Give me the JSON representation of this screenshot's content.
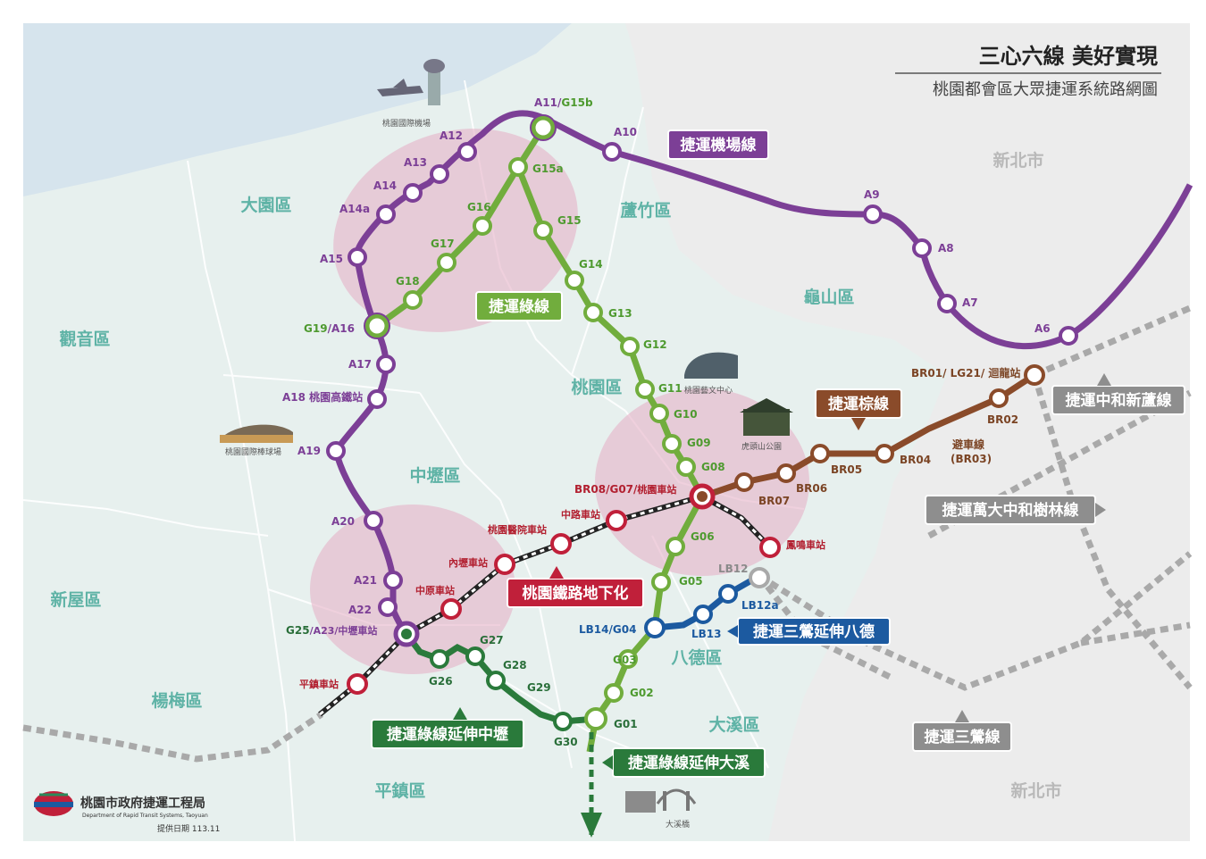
{
  "title": {
    "main": "三心六線 美好實現",
    "sub": "桃園都會區大眾捷運系統路網圖"
  },
  "colors": {
    "sea": "#d6e4ed",
    "land": "#e7f0ee",
    "outside": "#ececec",
    "purple": "#7c3f96",
    "green": "#71ad3d",
    "dark_green": "#2a7a3b",
    "brown": "#8a4b2a",
    "blue": "#1c5aa0",
    "red": "#c0203a",
    "grey": "#a9a9a9",
    "pink": "#e6b3c8"
  },
  "districts": {
    "dayuan": "大園區",
    "luzhu": "蘆竹區",
    "guanyin": "觀音區",
    "taoyuan": "桃園區",
    "guishan": "龜山區",
    "zhongli": "中壢區",
    "xinwu": "新屋區",
    "yangmei": "楊梅區",
    "bade": "八德區",
    "daxi": "大溪區",
    "pingzhen": "平鎮區",
    "newtaipei_1": "新北市",
    "newtaipei_2": "新北市"
  },
  "lines": {
    "airport": "捷運機場線",
    "green": "捷運綠線",
    "brown": "捷運棕線",
    "railway": "桃園鐵路地下化",
    "green_ext_zhongli": "捷運綠線延伸中壢",
    "green_ext_daxi": "捷運綠線延伸大溪",
    "sanying_ext": "捷運三鶯延伸八德",
    "zhonghe": "捷運中和新蘆線",
    "wanda": "捷運萬大中和樹林線",
    "sanying": "捷運三鶯線"
  },
  "stations": {
    "a6": "A6",
    "a7": "A7",
    "a8": "A8",
    "a9": "A9",
    "a10": "A10",
    "a11": "A11",
    "a11_sep": "/",
    "g15b": "G15b",
    "a12": "A12",
    "a13": "A13",
    "a14": "A14",
    "a14a": "A14a",
    "a15": "A15",
    "g19": "G19",
    "g19_a16": "/A16",
    "a17": "A17",
    "a18": "A18 桃園高鐵站",
    "a19": "A19",
    "a20": "A20",
    "a21": "A21",
    "a22": "A22",
    "g25": "G25",
    "g25_rest": "/A23/中壢車站",
    "g15a": "G15a",
    "g15": "G15",
    "g16": "G16",
    "g17": "G17",
    "g18": "G18",
    "g14": "G14",
    "g13": "G13",
    "g12": "G12",
    "g11": "G11",
    "g10": "G10",
    "g09": "G09",
    "g08": "G08",
    "br08": "BR08/G07/",
    "br08_rest": "桃園車站",
    "g06": "G06",
    "g05": "G05",
    "lb14": "LB14/G04",
    "g03": "G03",
    "g02": "G02",
    "g01": "G01",
    "g26": "G26",
    "g27": "G27",
    "g28": "G28",
    "g29": "G29",
    "g30": "G30",
    "br07": "BR07",
    "br06": "BR06",
    "br05": "BR05",
    "br04": "BR04",
    "br03": "避車線",
    "br03b": "(BR03)",
    "br02": "BR02",
    "br01": "BR01/ LG21/ 迴龍站",
    "lb12": "LB12",
    "lb12a": "LB12a",
    "lb13": "LB13",
    "rs_zhonglu": "中路車站",
    "rs_hospital": "桃園醫院車站",
    "rs_neili": "內壢車站",
    "rs_zhongyuan": "中原車站",
    "rs_pingzhen": "平鎮車站",
    "rs_fengming": "鳳鳴車站"
  },
  "landmarks": {
    "airport": "桃園國際機場",
    "arts": "桃園藝文中心",
    "hutou": "虎頭山公園",
    "stadium": "桃園國際棒球場",
    "daxi": "大溪橋"
  },
  "credit": {
    "org": "桃園市政府捷運工程局",
    "org_en": "Department of Rapid Transit Systems, Taoyuan",
    "date": "提供日期 113.11"
  }
}
